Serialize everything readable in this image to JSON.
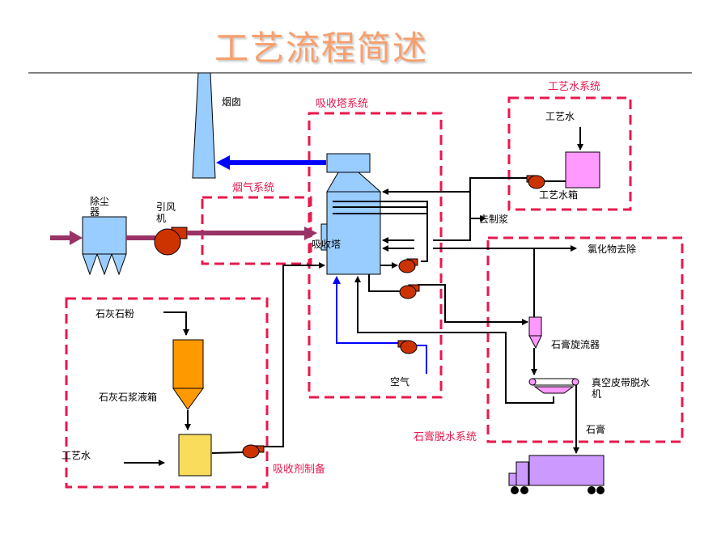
{
  "title": "工艺流程简述",
  "systems": {
    "absorber": "吸收塔系统",
    "flue_gas": "烟气系统",
    "process_water": "工艺水系统",
    "gypsum_dewatering": "石膏脱水系统",
    "absorbent_prep": "吸收剂制备"
  },
  "labels": {
    "chimney": "烟囱",
    "dust_collector": [
      "除尘",
      "器"
    ],
    "induced_fan": [
      "引风",
      "机"
    ],
    "absorber_tower": "吸收塔",
    "process_water_in": "工艺水",
    "process_water_tank": "工艺水箱",
    "to_slurry_prep": "去制浆",
    "chloride_removal": "氯化物去除",
    "gypsum_cyclone": "石膏旋流器",
    "vacuum_belt": [
      "真空皮带脱水",
      "机"
    ],
    "gypsum": "石膏",
    "air": "空气",
    "limestone_powder": "石灰石粉",
    "limestone_slurry_tank": "石灰石浆液箱",
    "process_water_left": "工艺水"
  },
  "colors": {
    "title": "#f7a06e",
    "system_border": "#e8194d",
    "equipment_blue": "#99ccff",
    "flue_gas_line": "#993366",
    "clean_gas_line": "#0000ff",
    "pump": "#cc3300",
    "water_tank": "#ff99ff",
    "limestone_tank": "#ff9900",
    "slurry_tank": "#f9dc5c",
    "truck": "#cc99ff"
  }
}
